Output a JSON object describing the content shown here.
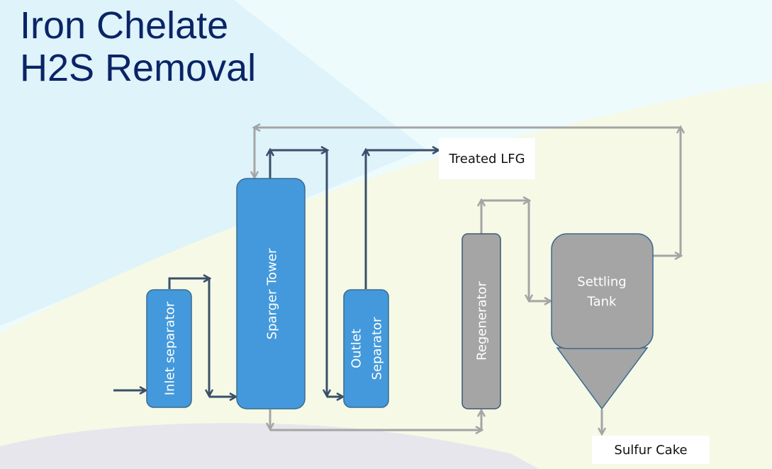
{
  "title": {
    "line1": "Iron Chelate",
    "line2": "H2S Removal"
  },
  "colors": {
    "title": "#0a2466",
    "blue_unit": "#4399db",
    "gray_unit": "#a5a5a5",
    "unit_border": "#3c6a8e",
    "gas_line": "#3a4f68",
    "liquid_line": "#a5a5a5",
    "bg_light_blue": "#def3fa",
    "bg_pale_blue": "#eefbfd",
    "bg_cream": "#f5f9e6",
    "bg_lavender": "#e6e6ec"
  },
  "units": {
    "inlet_separator": {
      "label": "Inlet separator",
      "type": "vessel",
      "color": "blue"
    },
    "sparger_tower": {
      "label": "Sparger Tower",
      "type": "tower",
      "color": "blue"
    },
    "outlet_separator": {
      "label_line1": "Outlet",
      "label_line2": "Separator",
      "type": "vessel",
      "color": "blue"
    },
    "regenerator": {
      "label": "Regenerator",
      "type": "vessel",
      "color": "gray"
    },
    "settling_tank": {
      "label_line1": "Settling",
      "label_line2": "Tank",
      "type": "tank-with-cone",
      "color": "gray"
    }
  },
  "outputs": {
    "treated_lfg": "Treated LFG",
    "sulfur_cake": "Sulfur Cake"
  },
  "streams": [
    {
      "from": "feed",
      "to": "inlet_separator",
      "kind": "gas"
    },
    {
      "from": "inlet_separator",
      "to": "sparger_tower",
      "kind": "gas"
    },
    {
      "from": "sparger_tower",
      "to": "outlet_separator",
      "kind": "gas"
    },
    {
      "from": "outlet_separator",
      "to": "treated_lfg",
      "kind": "gas"
    },
    {
      "from": "sparger_tower",
      "to": "regenerator",
      "kind": "liquid"
    },
    {
      "from": "regenerator",
      "to": "settling_tank",
      "kind": "liquid"
    },
    {
      "from": "settling_tank",
      "to": "sparger_tower",
      "kind": "liquid-recycle"
    },
    {
      "from": "settling_tank",
      "to": "sulfur_cake",
      "kind": "liquid"
    }
  ]
}
